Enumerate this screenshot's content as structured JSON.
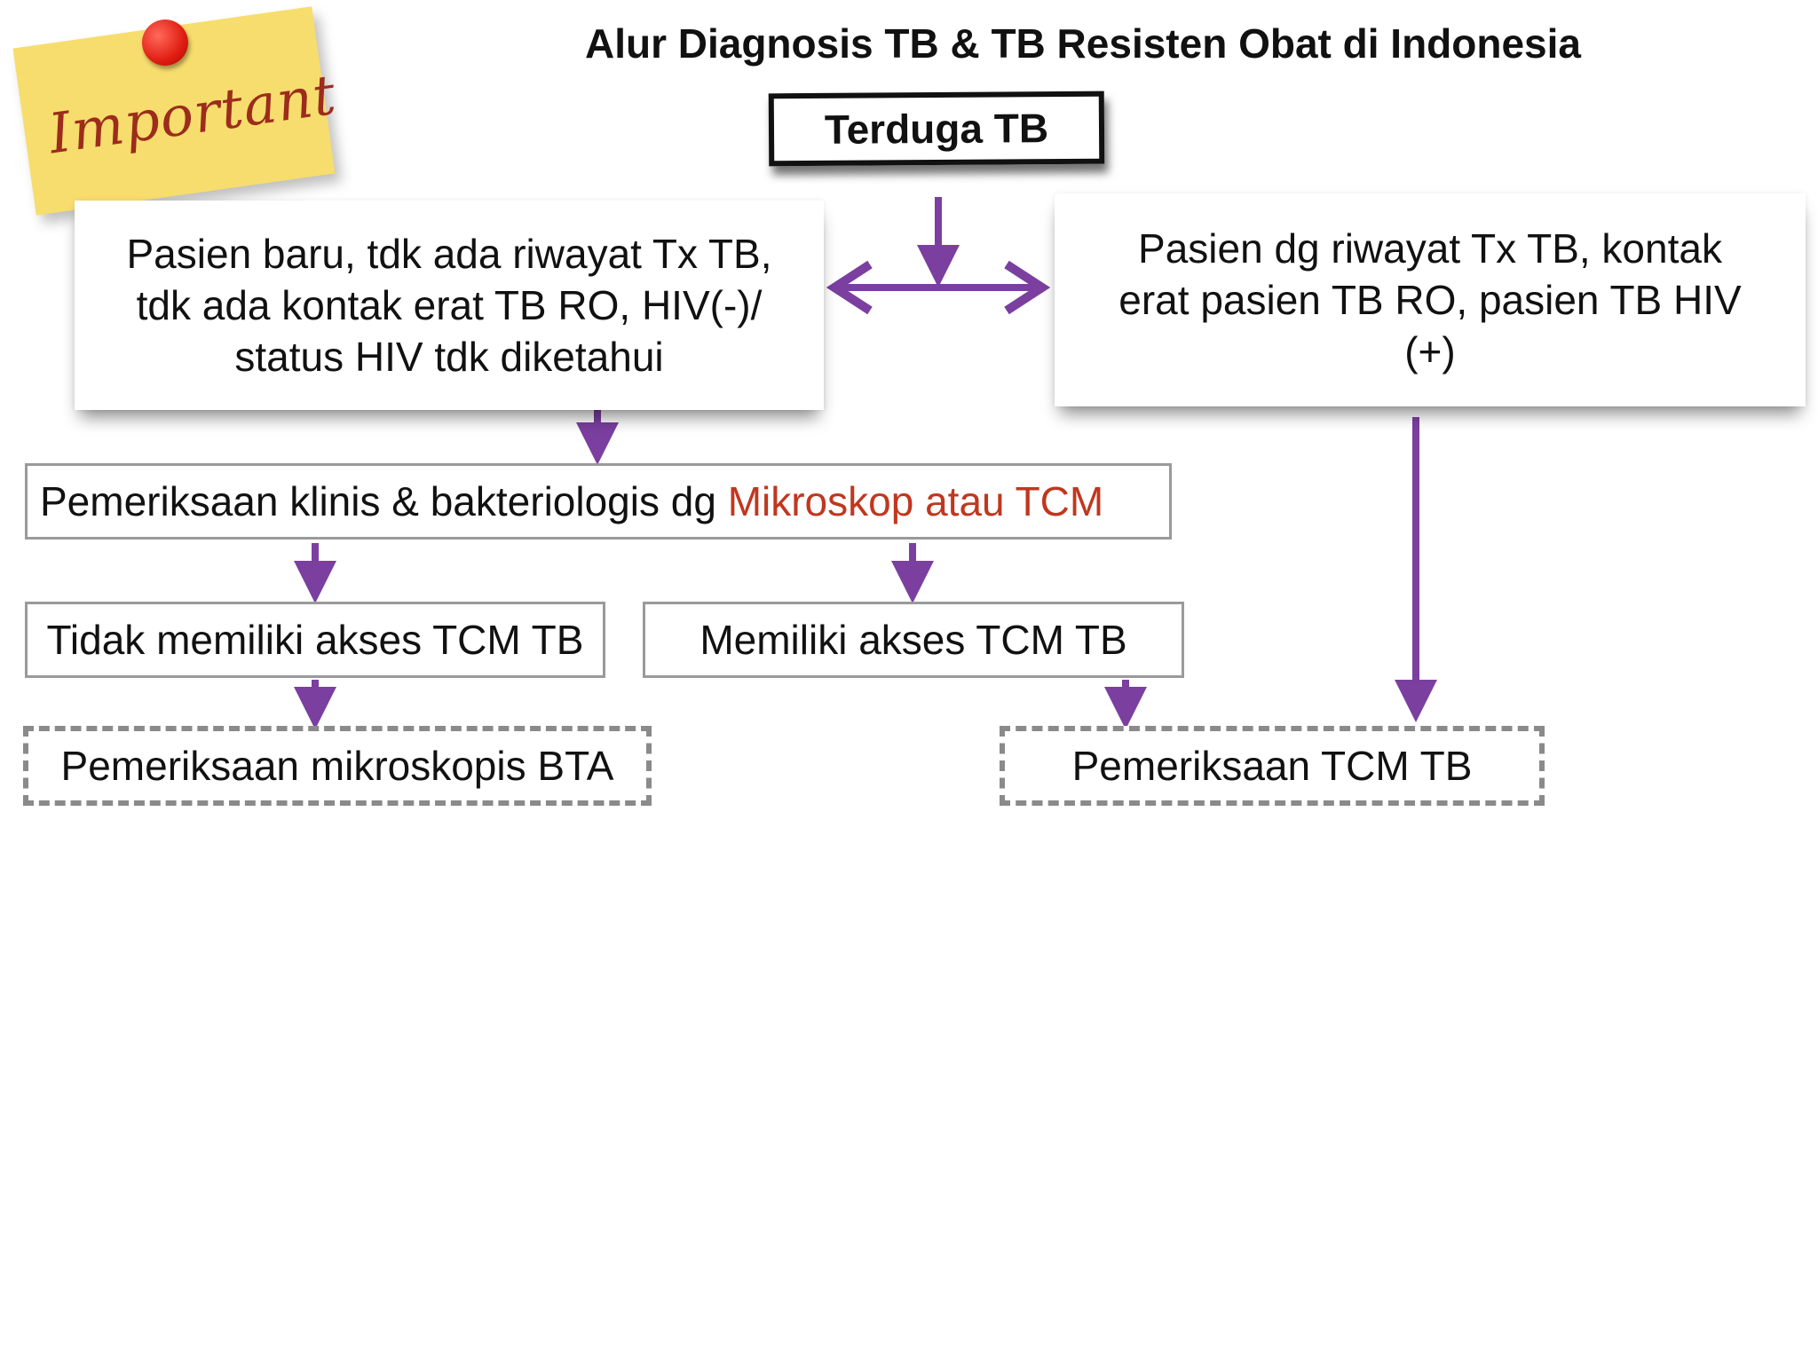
{
  "title": "Alur Diagnosis TB & TB Resisten Obat di Indonesia",
  "sticky_note": {
    "text": "Important",
    "pin_color": "#e01d12",
    "note_color": "#f7dd6d"
  },
  "colors": {
    "arrow": "#7b3fa0",
    "highlight": "#c0371f"
  },
  "nodes": {
    "start": "Terduga TB",
    "left_card": [
      "Pasien baru, tdk ada riwayat Tx TB,",
      "tdk ada kontak erat TB RO, HIV(-)/",
      "status HIV tdk diketahui"
    ],
    "right_card": [
      "Pasien dg riwayat  Tx TB, kontak",
      "erat pasien TB RO, pasien TB HIV",
      "(+)"
    ],
    "exam_prefix": "Pemeriksaan klinis & bakteriologis dg ",
    "exam_highlight": "Mikroskop atau TCM",
    "no_access": "Tidak memiliki akses TCM TB",
    "access": "Memiliki akses TCM TB",
    "bta": "Pemeriksaan mikroskopis BTA",
    "tcm": "Pemeriksaan TCM TB"
  }
}
